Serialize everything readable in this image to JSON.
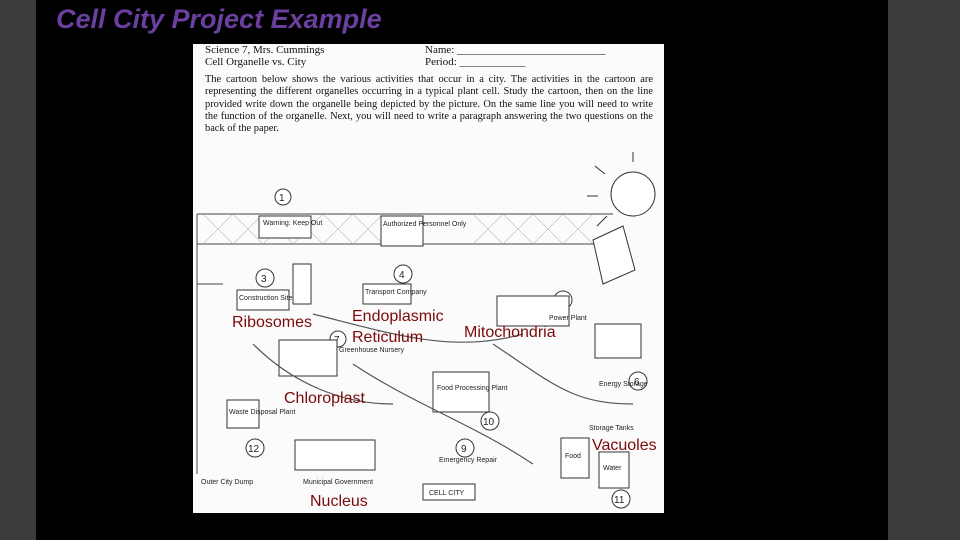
{
  "slide": {
    "title": "Cell City Project Example"
  },
  "worksheet": {
    "header_left_1": "Science 7, Mrs. Cummings",
    "header_left_2": "Cell Organelle vs. City",
    "header_right_1": "Name: ___________________________",
    "header_right_2": "Period: ____________",
    "paragraph": "The cartoon below shows the various activities that occur in a city. The activities in the cartoon are representing the different organelles occurring in a typical plant cell. Study the cartoon, then on the line provided write down the organelle being depicted by the picture. On the same line you will need to write the function of the organelle. Next, you will need to write a paragraph answering the two questions on the back of the paper."
  },
  "cartoon_signs": {
    "warning": "Warning: Keep Out",
    "authorized": "Authorized Personnel Only",
    "construction": "Construction Site",
    "transport": "Transport Company",
    "greenhouse": "Greenhouse Nursery",
    "power": "Power Plant",
    "energy": "Energy Storage",
    "food_processing": "Food Processing Plant",
    "waste": "Waste Disposal Plant",
    "storage_tanks": "Storage Tanks",
    "food": "Food",
    "water": "Water",
    "emergency": "Emergency Repair",
    "municipal": "Municipal Government",
    "cell_city": "CELL CITY",
    "dump": "Outer City Dump"
  },
  "numbers": {
    "n1": "1",
    "n3": "3",
    "n4": "4",
    "n5": "5",
    "n6": "6",
    "n7": "7",
    "n9": "9",
    "n10": "10",
    "n11": "11",
    "n12": "12"
  },
  "labels": {
    "ribosomes": "Ribosomes",
    "er_line1": "Endoplasmic",
    "er_line2": "Reticulum",
    "mitochondria": "Mitochondria",
    "chloroplast": "Chloroplast",
    "vacuoles": "Vacuoles",
    "nucleus": "Nucleus"
  },
  "colors": {
    "title": "#6b3fa0",
    "label": "#7a0a0a"
  }
}
